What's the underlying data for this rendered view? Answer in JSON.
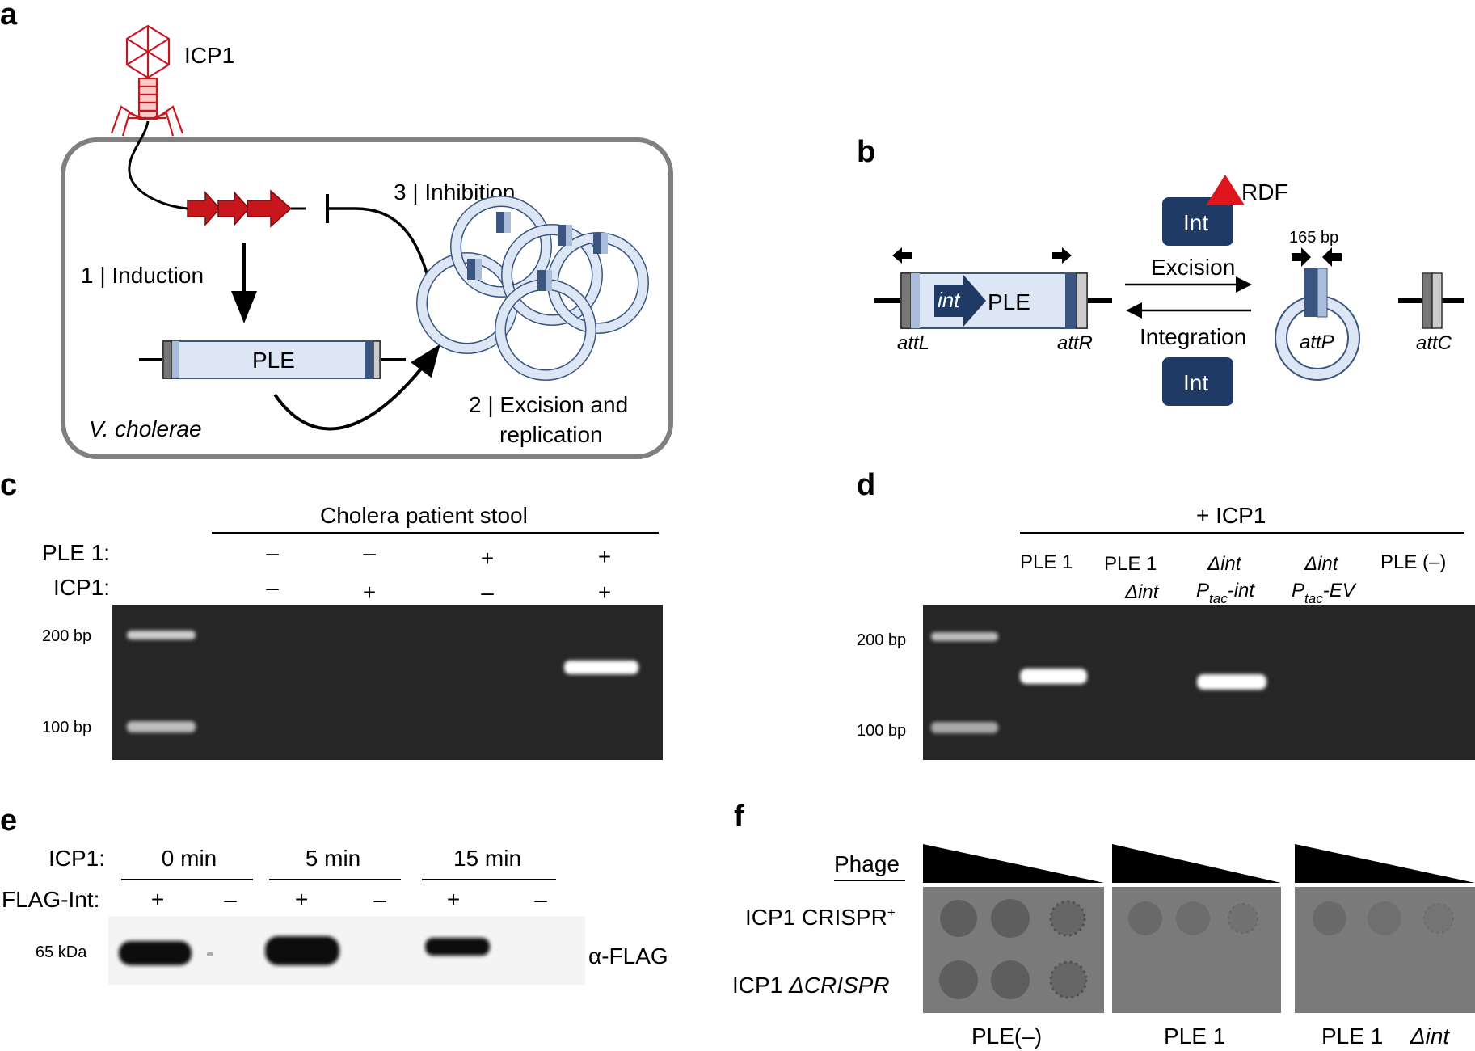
{
  "panels": {
    "a": "a",
    "b": "b",
    "c": "c",
    "d": "d",
    "e": "e",
    "f": "f"
  },
  "panel_a": {
    "phage": "ICP1",
    "step1": "1 | Induction",
    "step2_line1": "2 | Excision and",
    "step2_line2": "replication",
    "step3": "3 | Inhibition",
    "element": "PLE",
    "host": "V. cholerae",
    "colors": {
      "phage": "#c8161d",
      "cell_border": "#808080",
      "ple_fill": "#dce6f4",
      "ple_dark": "#3a5680"
    }
  },
  "panel_b": {
    "int_icon": "int",
    "element": "PLE",
    "attL": "attL",
    "attR": "attR",
    "attP": "attP",
    "attC": "attC",
    "size": "165 bp",
    "rdf": "RDF",
    "int_top": "Int",
    "int_bottom": "Int",
    "excision": "Excision",
    "integration": "Integration",
    "colors": {
      "int_box": "#1f3a64",
      "rdf": "#e0141e"
    }
  },
  "panel_c": {
    "header": "Cholera patient stool",
    "row1_label": "PLE 1:",
    "row2_label": "ICP1:",
    "row1": [
      "–",
      "–",
      "+",
      "+"
    ],
    "row2": [
      "–",
      "+",
      "–",
      "+"
    ],
    "ladder": [
      "200 bp",
      "100 bp"
    ]
  },
  "panel_d": {
    "header": "+ ICP1",
    "lanes": [
      {
        "line1": "PLE 1",
        "line2": ""
      },
      {
        "line1": "PLE 1",
        "line2": "Δint"
      },
      {
        "line1": "Δint",
        "line2_pre": "P",
        "line2_sub": "tac",
        "line2_post": "-int"
      },
      {
        "line1": "Δint",
        "line2_pre": "P",
        "line2_sub": "tac",
        "line2_post": "-EV"
      },
      {
        "line1": "PLE (–)",
        "line2": ""
      }
    ],
    "ladder": [
      "200 bp",
      "100 bp"
    ]
  },
  "panel_e": {
    "row1_label": "ICP1:",
    "row2_label": "FLAG-Int:",
    "timepoints": [
      "0 min",
      "5 min",
      "15 min"
    ],
    "flag": [
      "+",
      "–",
      "+",
      "–",
      "+",
      "–"
    ],
    "marker": "65 kDa",
    "antibody": "α-FLAG"
  },
  "panel_f": {
    "phage_label": "Phage",
    "row1_pre": "ICP1 CRISPR",
    "row1_sup": "+",
    "row2_pre": "ICP1 ",
    "row2_it": "ΔCRISPR",
    "plates": [
      "PLE(–)",
      "PLE 1",
      "PLE 1  "
    ],
    "plate3_it": "Δint"
  }
}
